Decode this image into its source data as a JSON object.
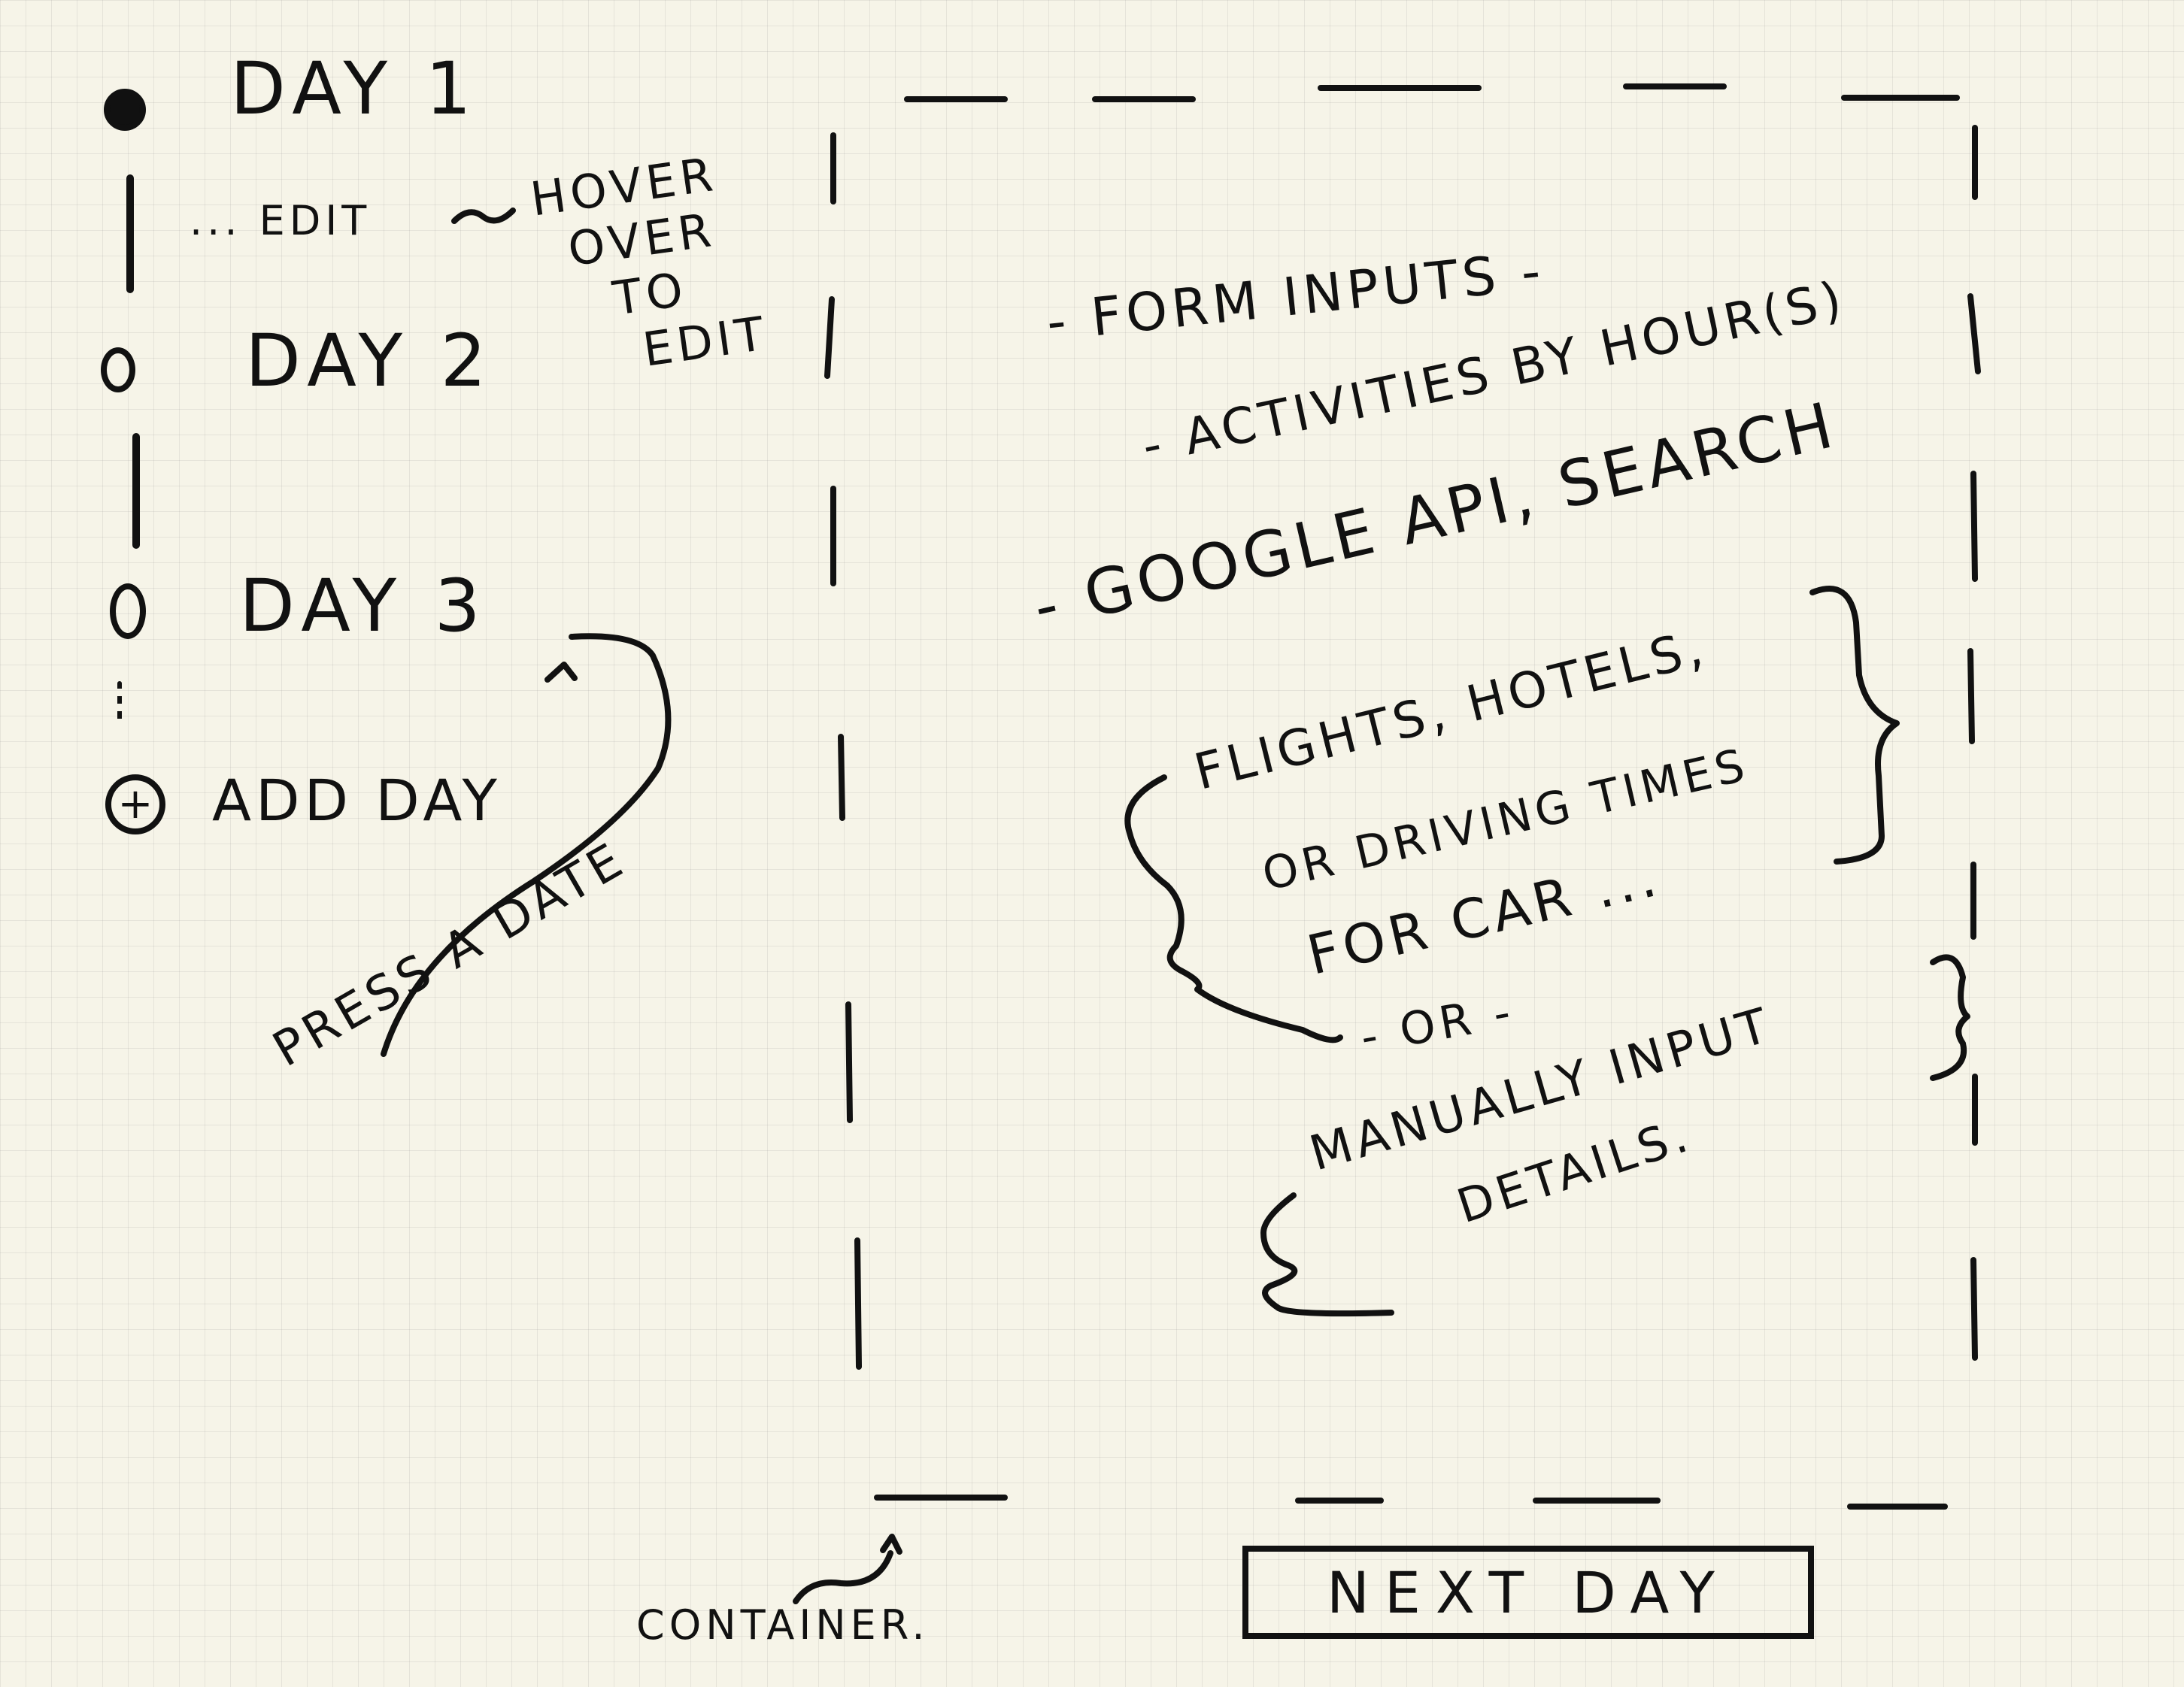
{
  "timeline": {
    "days": [
      {
        "label": "Day 1",
        "state": "selected"
      },
      {
        "label": "Day 2",
        "state": "empty"
      },
      {
        "label": "Day 3",
        "state": "empty"
      }
    ],
    "edit_link": "... Edit",
    "hover_note_lines": [
      "Hover",
      "over",
      "to",
      "edit"
    ],
    "add_day": "Add Day",
    "press_note": "Press a date"
  },
  "panel": {
    "lines": [
      "- Form inputs -",
      "- Activities by hour(s)",
      "- Google API, search",
      "Flights, hotels,",
      "or driving times",
      "for car ...",
      "- or -",
      "Manually input",
      "details."
    ],
    "container_label": "Container."
  },
  "next_button": {
    "label": "Next Day"
  },
  "icons": {
    "selected_day": "filled-circle-icon",
    "day": "empty-circle-icon",
    "add": "plus-circle-icon"
  }
}
